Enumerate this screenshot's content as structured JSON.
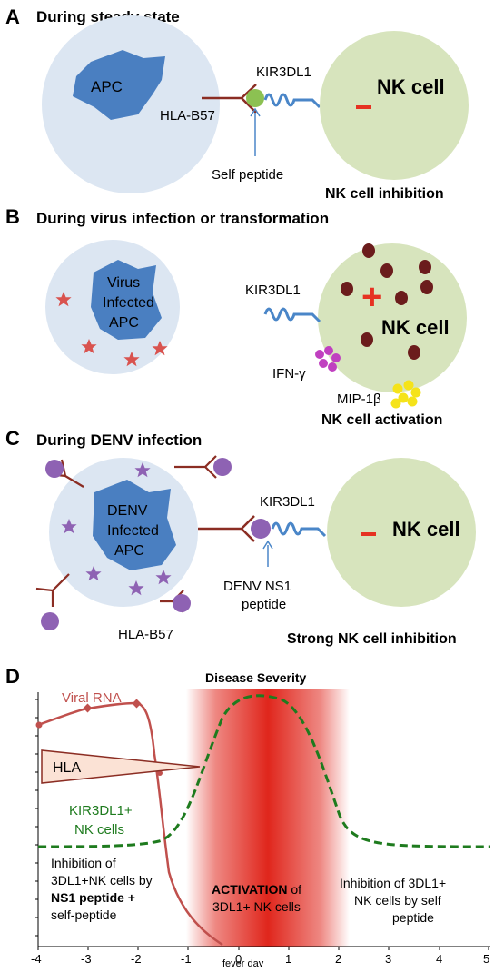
{
  "panel_a": {
    "letter": "A",
    "title": "During steady state",
    "apc_label": "APC",
    "hla_label": "HLA-B57",
    "receptor_label": "KIR3DL1",
    "peptide_label": "Self peptide",
    "nk_label": "NK cell",
    "sign": "–",
    "outcome": "NK cell inhibition"
  },
  "panel_b": {
    "letter": "B",
    "title": "During virus infection or transformation",
    "apc_lines": [
      "Virus",
      "Infected",
      "APC"
    ],
    "receptor_label": "KIR3DL1",
    "nk_label": "NK cell",
    "sign": "+",
    "ifn_label": "IFN-γ",
    "mip_label": "MIP-1β",
    "outcome": "NK cell activation"
  },
  "panel_c": {
    "letter": "C",
    "title": "During DENV infection",
    "apc_lines": [
      "DENV",
      "Infected",
      "APC"
    ],
    "receptor_label": "KIR3DL1",
    "peptide_lines": [
      "DENV NS1",
      "peptide"
    ],
    "hla_label": "HLA-B57",
    "nk_label": "NK cell",
    "sign": "–",
    "outcome": "Strong NK cell inhibition"
  },
  "panel_d": {
    "letter": "D",
    "severity_label": "Disease Severity",
    "viral_label": "Viral RNA",
    "hla_label": "HLA",
    "kir_lines": [
      "KIR3DL1+",
      "NK cells"
    ],
    "left_text": [
      "Inhibition of",
      "3DL1+NK cells by",
      "NS1 peptide +",
      "self-peptide"
    ],
    "center_bold": "ACTIVATION",
    "center_rest": " of",
    "center_line2": "3DL1+ NK cells",
    "right_text": [
      "Inhibition of 3DL1+",
      "NK cells by self",
      "peptide"
    ],
    "x_title": "fever day",
    "x_ticks": [
      "-4",
      "-3",
      "-2",
      "-1",
      "0",
      "1",
      "2",
      "3",
      "4",
      "5"
    ],
    "colors": {
      "viral": "#c0504d",
      "kir": "#1e7b1e",
      "severity": "#e0261c",
      "hla_fill": "#fbe2d5"
    }
  },
  "colors": {
    "apc_cell": "#dce6f2",
    "apc_body": "#4a7fc1",
    "nk_cell": "#d7e4bd",
    "receptor": "#4a86c8",
    "hla": "#8b2d23",
    "self_peptide": "#8cc152",
    "denv_peptide": "#8e62b3",
    "virus_star": "#d9534f",
    "denv_star": "#8e62b3",
    "granule": "#6b1c1c",
    "minus": "#e63222",
    "ifn": "#c040c0",
    "mip": "#f5e31a"
  }
}
